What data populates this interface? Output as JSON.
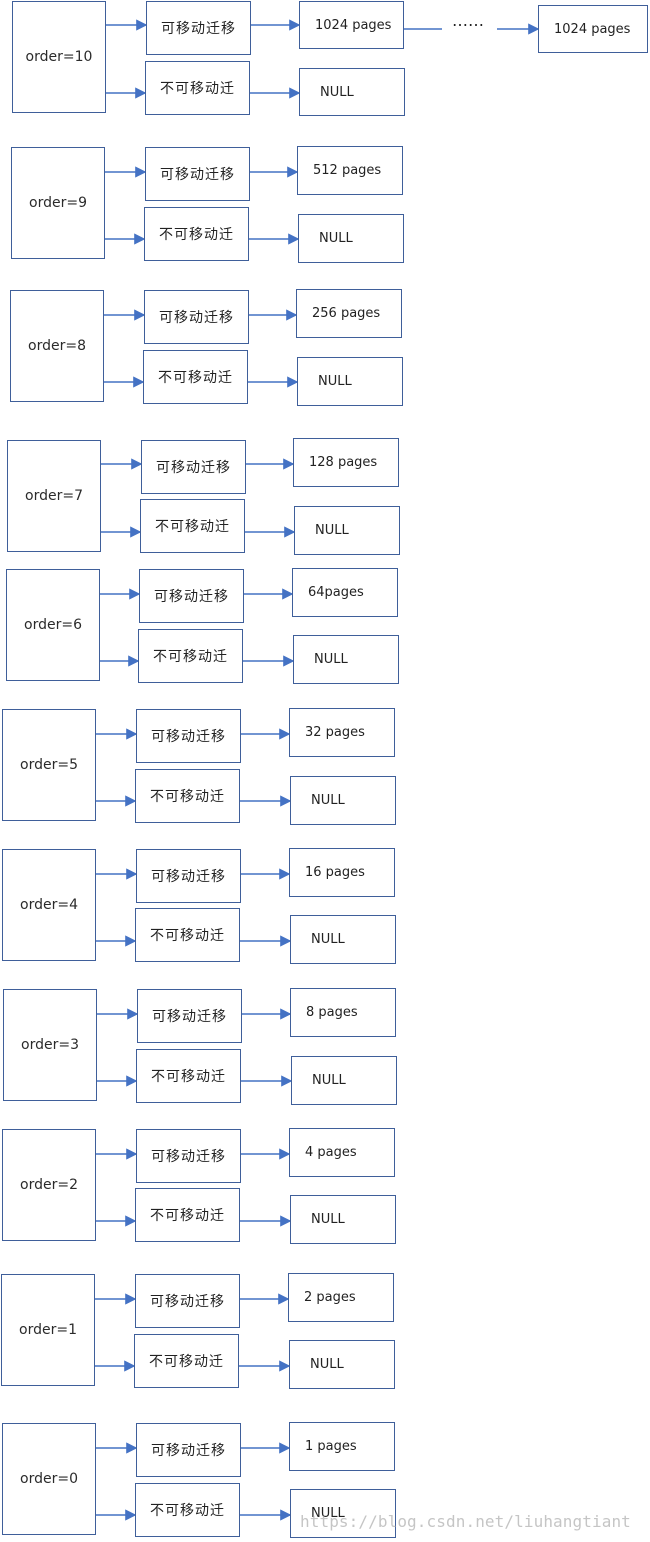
{
  "diagram": {
    "colors": {
      "box_border": "#3f5f9a",
      "arrow": "#4472c4",
      "text": "#222222",
      "watermark": "#aaaaaa"
    },
    "orders": [
      {
        "label": "order=10",
        "movable": "可移动迁移",
        "unmovable": "不可移动迁",
        "movable_result": "1024 pages",
        "unmovable_result": "NULL",
        "continuation": {
          "ellipsis": "……",
          "result": "1024 pages"
        }
      },
      {
        "label": "order=9",
        "movable": "可移动迁移",
        "unmovable": "不可移动迁",
        "movable_result": "512 pages",
        "unmovable_result": "NULL"
      },
      {
        "label": "order=8",
        "movable": "可移动迁移",
        "unmovable": "不可移动迁",
        "movable_result": "256 pages",
        "unmovable_result": "NULL"
      },
      {
        "label": "order=7",
        "movable": "可移动迁移",
        "unmovable": "不可移动迁",
        "movable_result": "128 pages",
        "unmovable_result": "NULL"
      },
      {
        "label": "order=6",
        "movable": "可移动迁移",
        "unmovable": "不可移动迁",
        "movable_result": "64pages",
        "unmovable_result": "NULL"
      },
      {
        "label": "order=5",
        "movable": "可移动迁移",
        "unmovable": "不可移动迁",
        "movable_result": "32 pages",
        "unmovable_result": "NULL"
      },
      {
        "label": "order=4",
        "movable": "可移动迁移",
        "unmovable": "不可移动迁",
        "movable_result": "16 pages",
        "unmovable_result": "NULL"
      },
      {
        "label": "order=3",
        "movable": "可移动迁移",
        "unmovable": "不可移动迁",
        "movable_result": "8 pages",
        "unmovable_result": "NULL"
      },
      {
        "label": "order=2",
        "movable": "可移动迁移",
        "unmovable": "不可移动迁",
        "movable_result": "4 pages",
        "unmovable_result": "NULL"
      },
      {
        "label": "order=1",
        "movable": "可移动迁移",
        "unmovable": "不可移动迁",
        "movable_result": "2 pages",
        "unmovable_result": "NULL"
      },
      {
        "label": "order=0",
        "movable": "可移动迁移",
        "unmovable": "不可移动迁",
        "movable_result": "1 pages",
        "unmovable_result": "NULL"
      }
    ]
  },
  "watermark": {
    "text": "https://blog.csdn.net/liuhangtiant"
  }
}
